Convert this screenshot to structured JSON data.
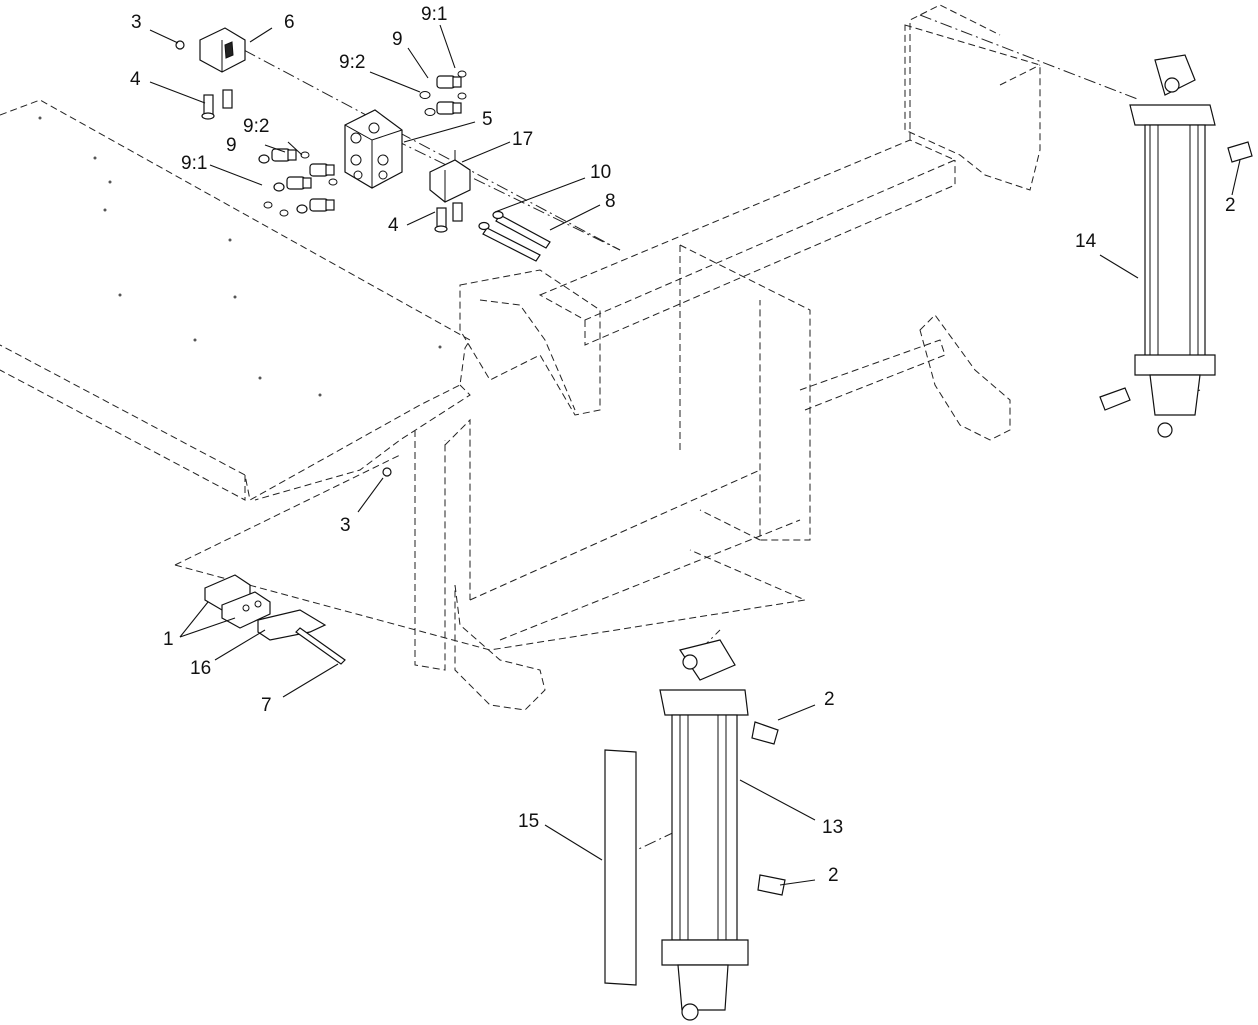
{
  "callouts": {
    "c1": "1",
    "c2a": "2",
    "c2b": "2",
    "c2c": "2",
    "c3a": "3",
    "c3b": "3",
    "c4a": "4",
    "c4b": "4",
    "c5": "5",
    "c6": "6",
    "c7": "7",
    "c8": "8",
    "c9a": "9",
    "c9b": "9",
    "c9_1a": "9:1",
    "c9_1b": "9:1",
    "c9_2a": "9:2",
    "c9_2b": "9:2",
    "c10": "10",
    "c13": "13",
    "c14": "14",
    "c15": "15",
    "c16": "16",
    "c17": "17"
  }
}
